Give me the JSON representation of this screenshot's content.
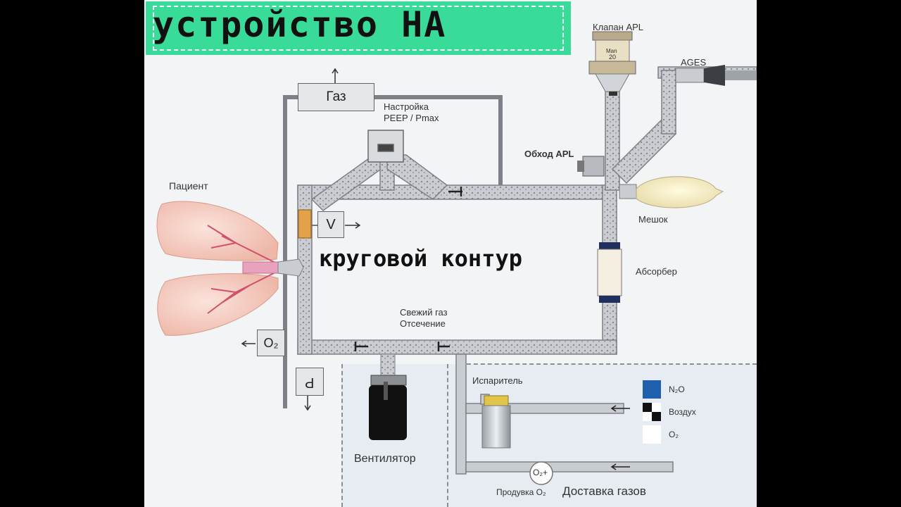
{
  "header": {
    "title": "устройство НА"
  },
  "circuit_label": "круговой контур",
  "labels": {
    "patient": "Пациент",
    "gas": "Газ",
    "peep": "Настройка\nPEEP / Pmax",
    "apl_valve": "Клапан APL",
    "apl_man": "Man",
    "apl_value": "20",
    "ages": "AGES",
    "apl_bypass": "Обход APL",
    "bag": "Мешок",
    "absorber": "Абсорбер",
    "v": "V",
    "fresh_gas": "Свежий газ\nОтсечение",
    "o2_sensor": "O₂",
    "p": "P",
    "ventilator": "Вентилятор",
    "vaporizer": "Испаритель",
    "o2_flush_symbol": "O₂+",
    "o2_flush": "Продувка O₂",
    "gas_delivery": "Доставка газов"
  },
  "legend": [
    {
      "label": "N₂O",
      "color": "#1f5fae"
    },
    {
      "label": "Воздух",
      "color": "checker"
    },
    {
      "label": "O₂",
      "color": "#ffffff"
    }
  ]
}
